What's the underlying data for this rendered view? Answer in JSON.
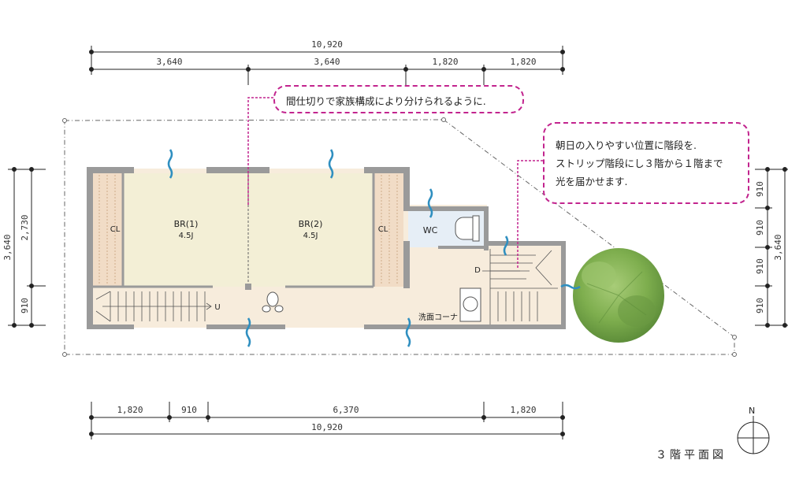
{
  "dimensions": {
    "top_total": "10,920",
    "top_segments": [
      "3,640",
      "3,640",
      "1,820",
      "1,820"
    ],
    "bottom_segments": [
      "1,820",
      "910",
      "6,370",
      "1,820"
    ],
    "bottom_total": "10,920",
    "left_outer": "3,640",
    "left_inner": [
      "2,730",
      "910"
    ],
    "right_outer": "3,640",
    "right_segments": [
      "910",
      "910",
      "910",
      "910"
    ]
  },
  "rooms": {
    "br1_name": "BR(1)",
    "br1_size": "4.5J",
    "br2_name": "BR(2)",
    "br2_size": "4.5J",
    "closet_left": "CL",
    "closet_right": "CL",
    "wc": "WC",
    "washroom": "洗面コーナ",
    "stair_up": "U",
    "stair_down": "D"
  },
  "callouts": {
    "top": "間仕切りで家族構成により分けられるように.",
    "right_lines": [
      "朝日の入りやすい位置に階段を.",
      "ストリップ階段にし３階から１階まで",
      "光を届かせます."
    ]
  },
  "compass": {
    "label": "N"
  },
  "title": "３階平面図",
  "colors": {
    "wall": "#9a9a9a",
    "floor": "#f7ecdc",
    "room_floor": "#f3efd6",
    "wc_floor": "#e6eef6",
    "callout_border": "#c2248e",
    "window_blue": "#2f8fc0",
    "tree_green": "#7eae4e"
  }
}
